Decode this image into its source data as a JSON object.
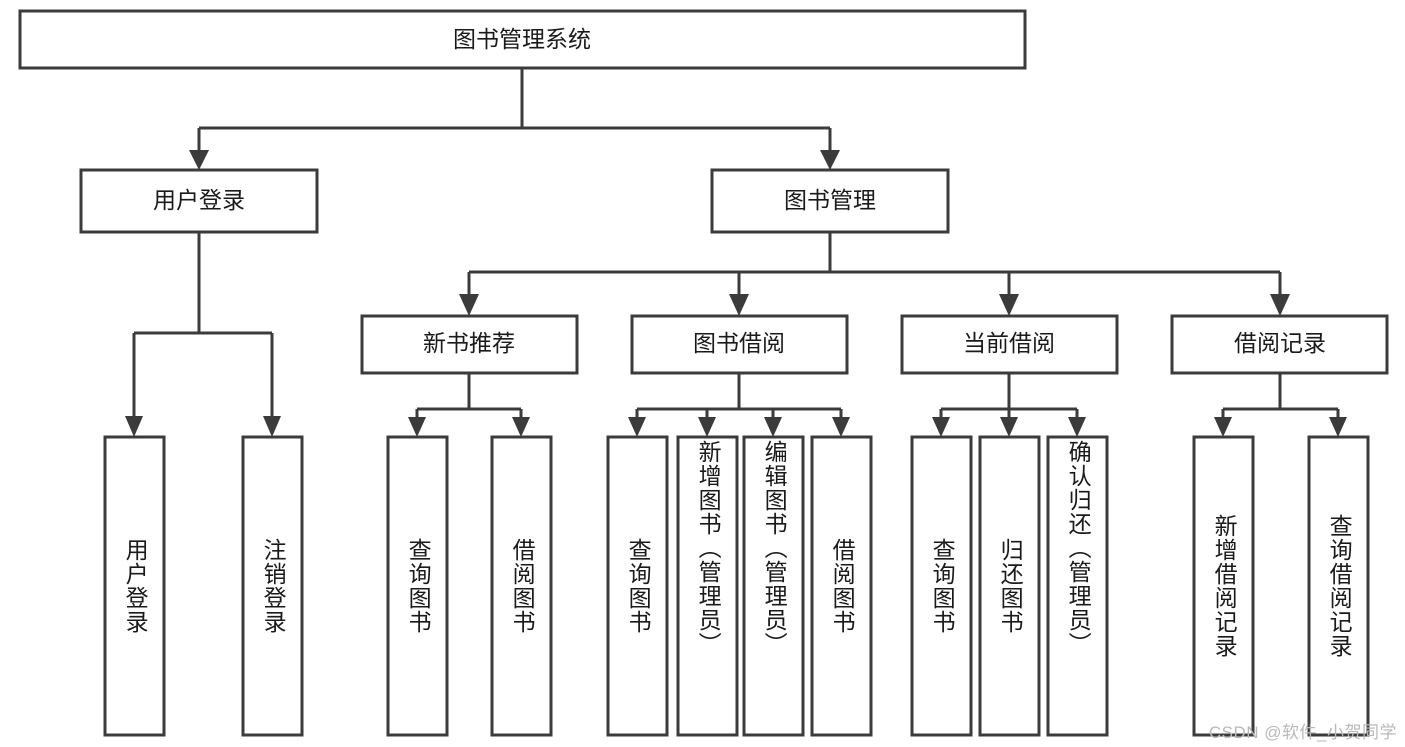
{
  "diagram": {
    "title_node": {
      "label": "图书管理系统"
    },
    "level2": [
      {
        "id": "user-login",
        "label": "用户登录"
      },
      {
        "id": "book-manage",
        "label": "图书管理"
      }
    ],
    "level3": [
      {
        "id": "new-book-recommend",
        "label": "新书推荐"
      },
      {
        "id": "book-borrow",
        "label": "图书借阅"
      },
      {
        "id": "current-borrow",
        "label": "当前借阅"
      },
      {
        "id": "borrow-record",
        "label": "借阅记录"
      }
    ],
    "leaves": [
      {
        "id": "leaf-user-login",
        "label": "用户登录",
        "parent": "user-login"
      },
      {
        "id": "leaf-user-logout",
        "label": "注销登录",
        "parent": "user-login"
      },
      {
        "id": "leaf-query-book-1",
        "label": "查询图书",
        "parent": "new-book-recommend"
      },
      {
        "id": "leaf-borrow-book-1",
        "label": "借阅图书",
        "parent": "new-book-recommend"
      },
      {
        "id": "leaf-query-book-2",
        "label": "查询图书",
        "parent": "book-borrow"
      },
      {
        "id": "leaf-add-book",
        "label": "新增图书（管理员）",
        "parent": "book-borrow"
      },
      {
        "id": "leaf-edit-book",
        "label": "编辑图书（管理员）",
        "parent": "book-borrow"
      },
      {
        "id": "leaf-borrow-book-2",
        "label": "借阅图书",
        "parent": "book-borrow"
      },
      {
        "id": "leaf-query-book-3",
        "label": "查询图书",
        "parent": "current-borrow"
      },
      {
        "id": "leaf-return-book",
        "label": "归还图书",
        "parent": "current-borrow"
      },
      {
        "id": "leaf-confirm-return",
        "label": "确认归还（管理员）",
        "parent": "current-borrow"
      },
      {
        "id": "leaf-add-record",
        "label": "新增借阅记录",
        "parent": "borrow-record"
      },
      {
        "id": "leaf-query-record",
        "label": "查询借阅记录",
        "parent": "borrow-record"
      }
    ],
    "colors": {
      "stroke": "#3b3b3b",
      "fill": "#ffffff",
      "text": "#1a1a1a",
      "watermark": "#b9b9b9"
    }
  },
  "watermark": {
    "text": "CSDN @软件_小贺同学"
  }
}
